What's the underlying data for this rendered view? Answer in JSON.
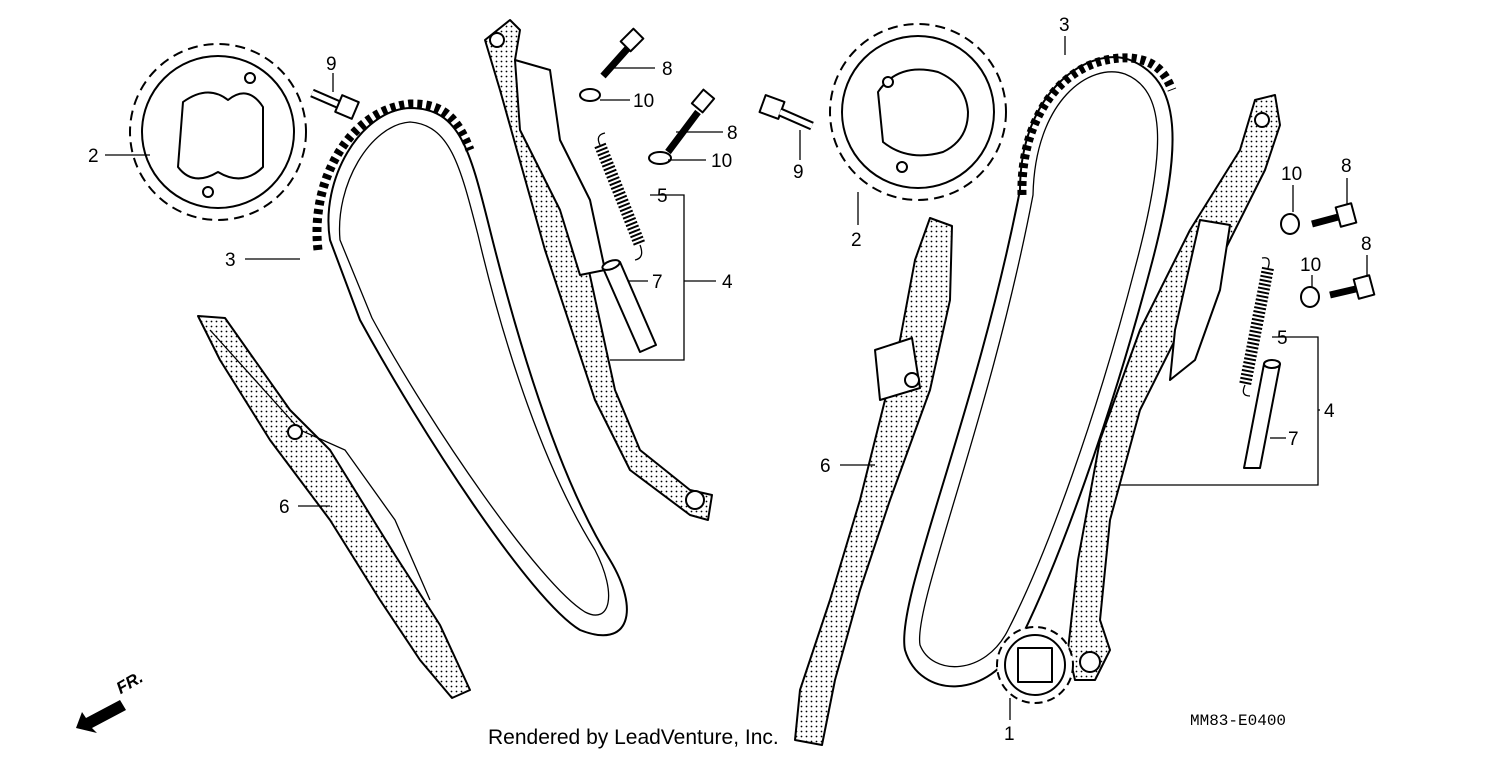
{
  "callouts": {
    "left_sprocket": "2",
    "left_bolt_9": "9",
    "left_bolt_8a": "8",
    "left_washer_10a": "10",
    "left_bolt_8b": "8",
    "left_washer_10b": "10",
    "left_spring": "5",
    "left_pin": "7",
    "left_tensioner": "4",
    "left_chain": "3",
    "left_guide": "6",
    "center_bolt_9": "9",
    "right_chain": "3",
    "right_sprocket": "2",
    "right_washer_10a": "10",
    "right_bolt_8a": "8",
    "right_washer_10b": "10",
    "right_bolt_8b": "8",
    "right_spring": "5",
    "right_tensioner": "4",
    "right_pin": "7",
    "right_guide": "6",
    "drive_sprocket": "1"
  },
  "footer": {
    "credit": "Rendered by LeadVenture, Inc.",
    "code": "MM83-E0400",
    "direction": "FR."
  },
  "icons": [
    "front-direction-arrow-icon"
  ]
}
